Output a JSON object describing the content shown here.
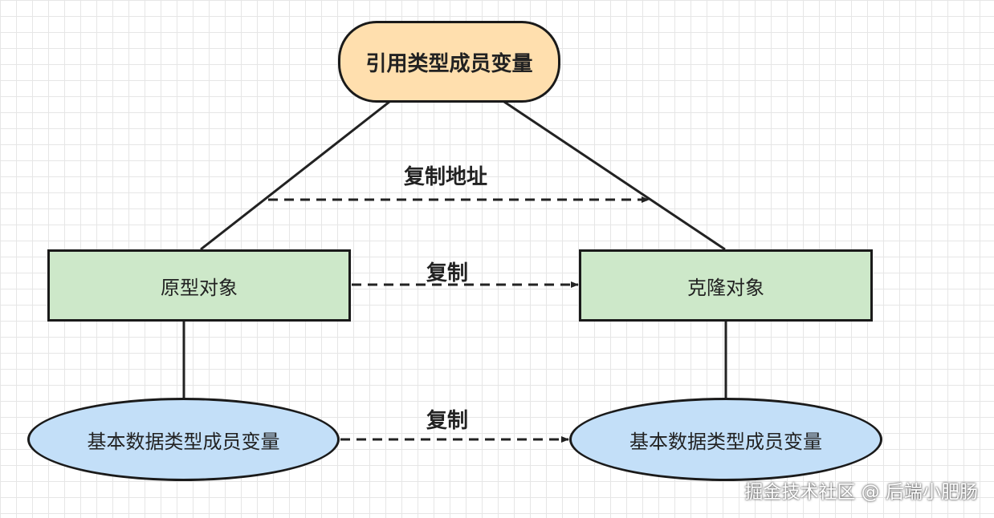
{
  "diagram": {
    "nodes": {
      "reference_member": "引用类型成员变量",
      "original_object": "原型对象",
      "clone_object": "克隆对象",
      "primitive_member_original": "基本数据类型成员变量",
      "primitive_member_clone": "基本数据类型成员变量"
    },
    "edge_labels": {
      "copy_address": "复制地址",
      "copy_object": "复制",
      "copy_primitive": "复制"
    }
  },
  "watermark": "掘金技术社区 @ 后端小肥肠",
  "colors": {
    "reference_fill": "#ffdfae",
    "object_fill": "#cde8c9",
    "primitive_fill": "#c3dff8",
    "stroke": "#1a1a1a",
    "grid": "#e6e6e6"
  }
}
